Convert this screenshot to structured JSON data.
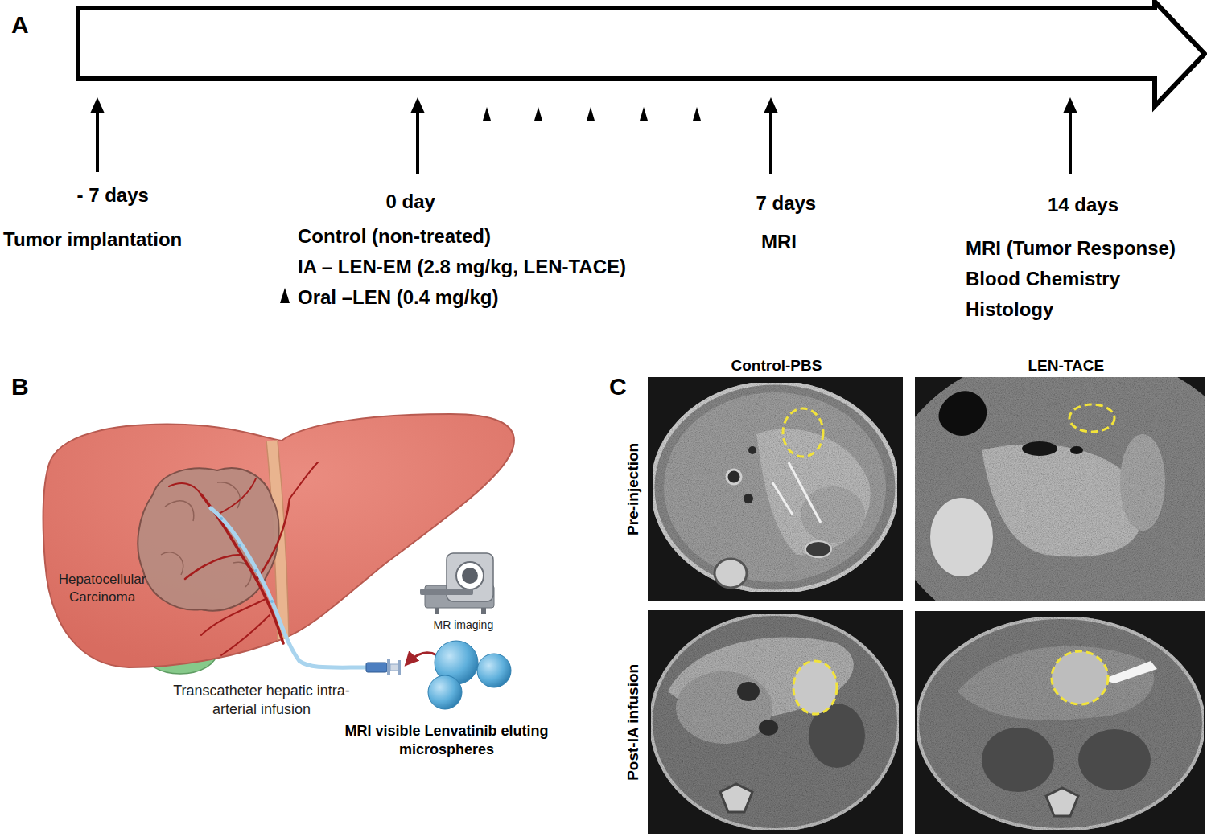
{
  "diagram": {
    "labels": [
      "A",
      "- 7 days",
      "Tumor implantation",
      "0 day",
      "Control (non-treated)",
      "IA – LEN-EM (2.8 mg/kg, LEN-TACE)",
      "Oral –LEN (0.4 mg/kg)",
      "7 days",
      "MRI",
      "14 days",
      "MRI (Tumor Response)",
      "Blood Chemistry",
      "Histology",
      "B",
      "Hepatocellular Carcinoma",
      "MR imaging",
      "Transcatheter hepatic intra-arterial infusion",
      "MRI visible Lenvatinib eluting microspheres",
      "C",
      "Control-PBS",
      "LEN-TACE",
      "Pre-injection",
      "Post-IA infusion"
    ]
  }
}
